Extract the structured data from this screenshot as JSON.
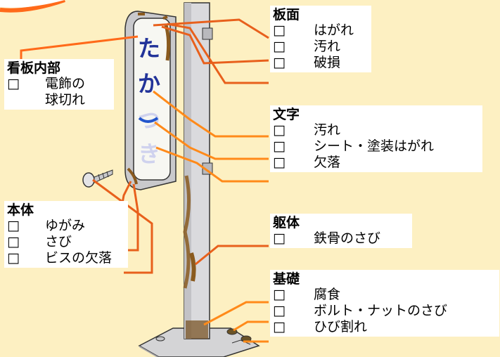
{
  "checkbox_glyph": "□",
  "sign_text": [
    "た",
    "か",
    "つ",
    "き"
  ],
  "colors": {
    "background": "#fdf0c2",
    "leader_line": "#ff6a1a",
    "leader_line_dark": "#e8601c",
    "sign_text_dark": "#223399",
    "sign_text_light": "#cfd2ee",
    "sign_face": "#f7f7f2",
    "post": "#d9d9db",
    "rust": "#8a5a1e"
  },
  "groups": {
    "board_face": {
      "title": "板面",
      "items": [
        "はがれ",
        "汚れ",
        "破損"
      ]
    },
    "lettering": {
      "title": "文字",
      "items": [
        "汚れ",
        "シート・塗装はがれ",
        "欠落"
      ]
    },
    "frame": {
      "title": "躯体",
      "items": [
        "鉄骨のさび"
      ]
    },
    "foundation": {
      "title": "基礎",
      "items": [
        "腐食",
        "ボルト・ナットのさび",
        "ひび割れ"
      ]
    },
    "sign_interior": {
      "title": "看板内部",
      "item_line1": "電飾の",
      "item_line2": "球切れ"
    },
    "body": {
      "title": "本体",
      "items": [
        "ゆがみ",
        "さび",
        "ビスの欠落"
      ]
    }
  }
}
